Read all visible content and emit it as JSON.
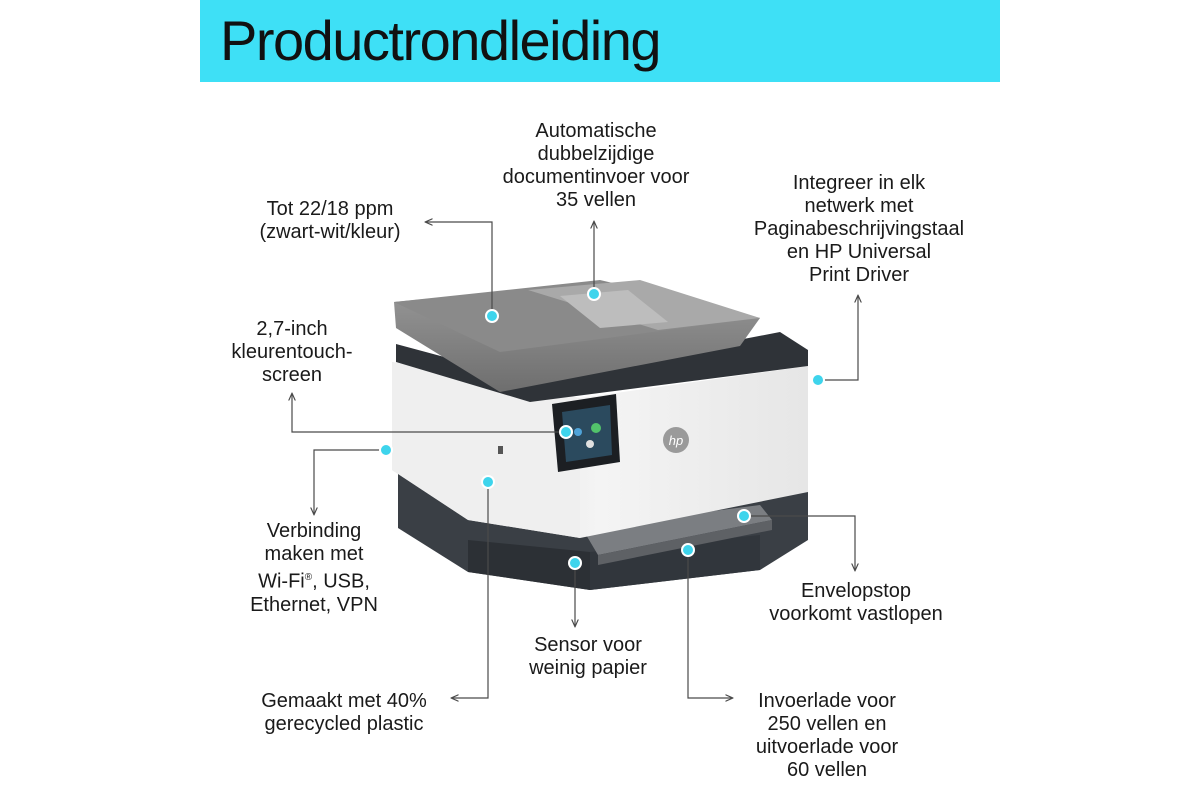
{
  "banner": {
    "title": "Productrondleiding"
  },
  "brand": {
    "logo_text": "hp"
  },
  "colors": {
    "accent": "#3ee0f6",
    "dot": "#3ed4ec",
    "line": "#4a4a4a"
  },
  "callouts": {
    "adf": [
      "Automatische",
      "dubbelzijdige",
      "documentinvoer voor",
      "35 vellen"
    ],
    "speed": [
      "Tot 22/18 ppm",
      "(zwart-wit/kleur)"
    ],
    "network": [
      "Integreer in elk",
      "netwerk met",
      "Paginabeschrijvingstaal",
      "en HP Universal",
      "Print Driver"
    ],
    "touchscreen": [
      "2,7-inch",
      "kleurentouch-",
      "screen"
    ],
    "connectivity": [
      "Verbinding",
      "maken met",
      "Wi-Fi",
      "®",
      ", USB,",
      "Ethernet, VPN"
    ],
    "envelope": [
      "Envelopstop",
      "voorkomt vastlopen"
    ],
    "sensor": [
      "Sensor voor",
      "weinig papier"
    ],
    "recycled": [
      "Gemaakt met 40%",
      "gerecycled plastic"
    ],
    "trays": [
      "Invoerlade voor",
      "250 vellen en",
      "uitvoerlade voor",
      "60 vellen"
    ]
  }
}
